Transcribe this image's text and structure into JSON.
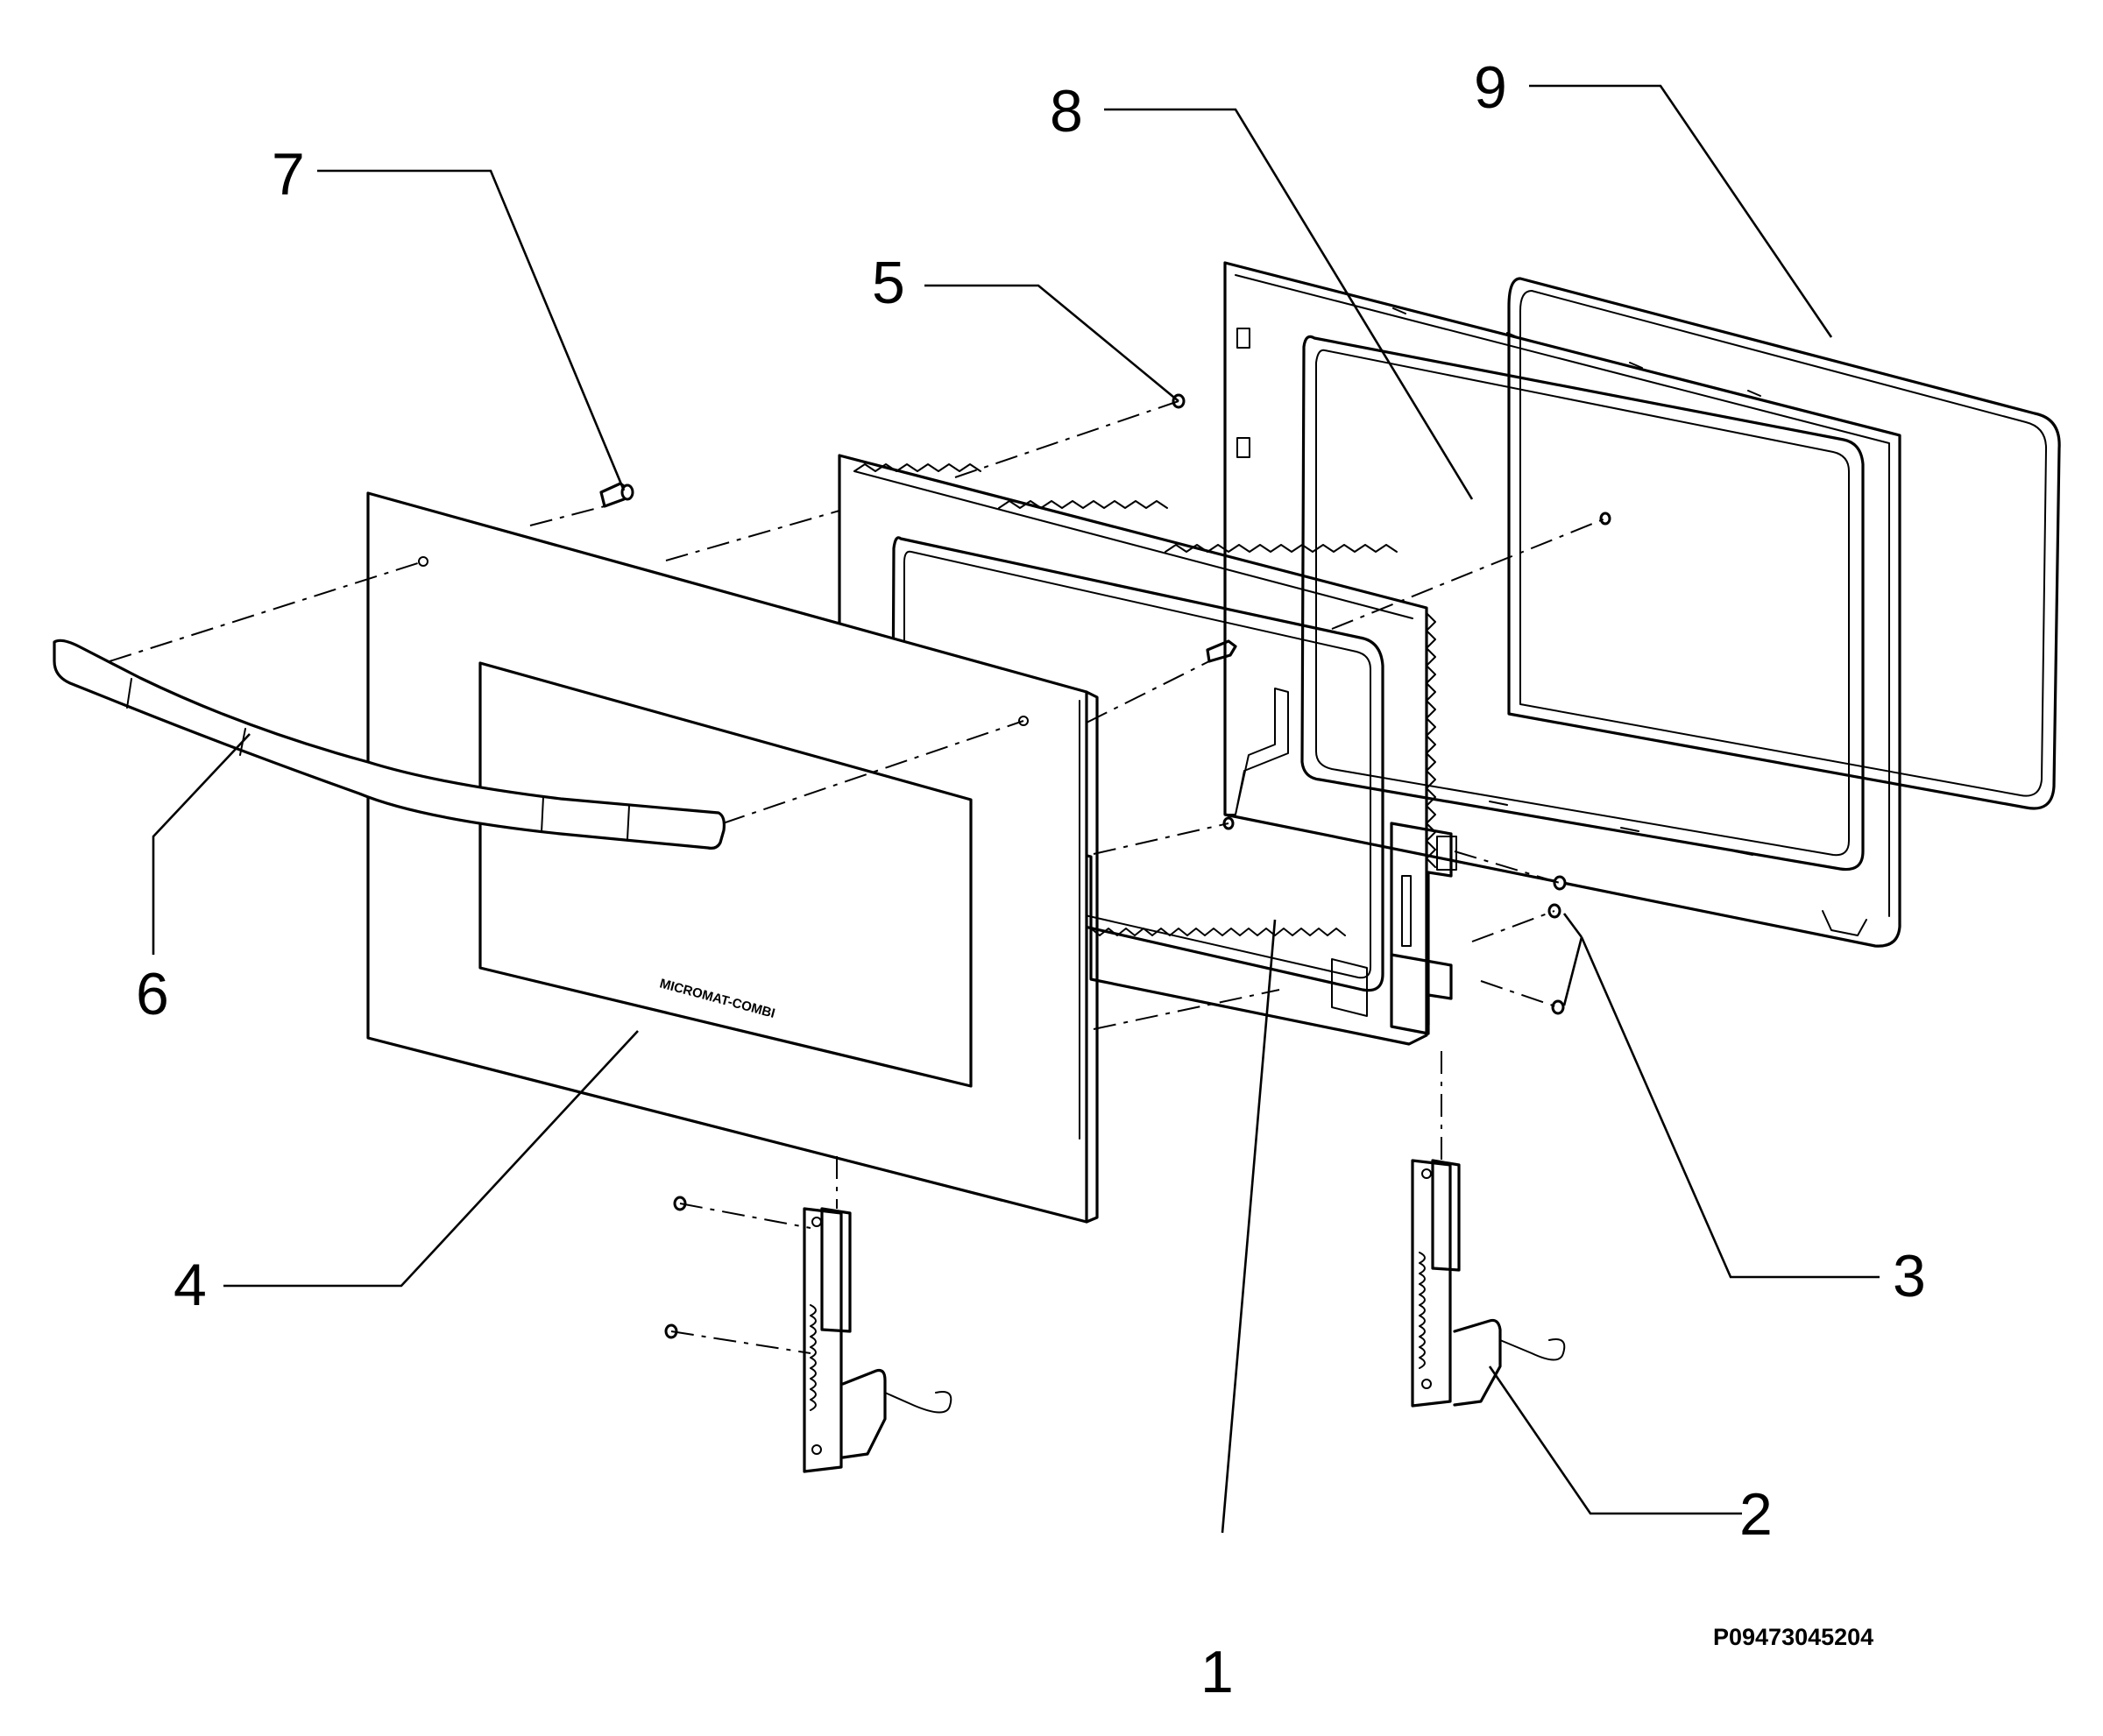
{
  "diagram": {
    "callouts": [
      {
        "id": "1",
        "label": "1"
      },
      {
        "id": "2",
        "label": "2"
      },
      {
        "id": "3",
        "label": "3"
      },
      {
        "id": "4",
        "label": "4"
      },
      {
        "id": "5",
        "label": "5"
      },
      {
        "id": "6",
        "label": "6"
      },
      {
        "id": "7",
        "label": "7"
      },
      {
        "id": "8",
        "label": "8"
      },
      {
        "id": "9",
        "label": "9"
      }
    ],
    "panel_logo": "MICROMAT-COMBI",
    "document_id": "P09473045204"
  }
}
